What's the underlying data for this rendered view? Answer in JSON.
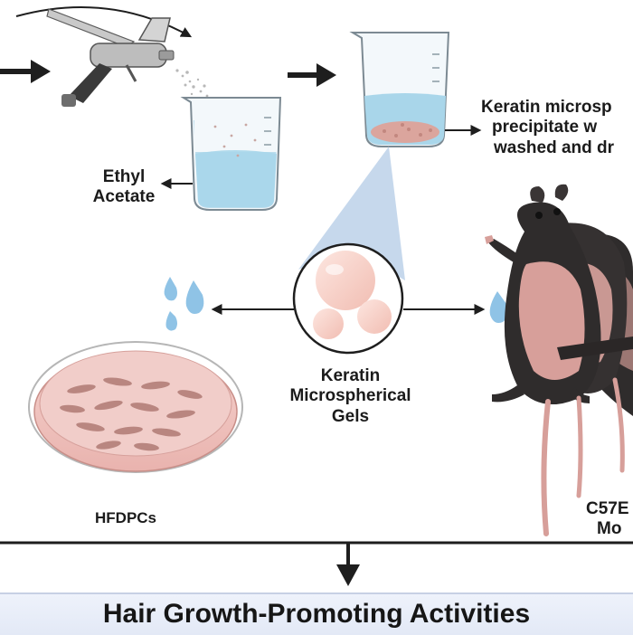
{
  "labels": {
    "ethyl_acetate": [
      "Ethyl",
      "Acetate"
    ],
    "keratin_precipitate": [
      "Keratin microsp",
      "precipitate w",
      "washed and dr"
    ],
    "keratin_gels": [
      "Keratin",
      "Microspherical",
      "Gels"
    ],
    "hfdpcs": "HFDPCs",
    "mice": [
      "C57E",
      "Mo"
    ]
  },
  "banner": {
    "title": "Hair Growth-Promoting Activities"
  },
  "colors": {
    "arrow": "#1e1e1e",
    "solution": "#a9d6ea",
    "droplet": "#8fc3e6",
    "gel": "#f6cfc6",
    "dish": "#f2c8c4",
    "mouse": "#2f2c2c",
    "mouse_skin": "#d79f9a",
    "banner_bg": "#e8edf8"
  },
  "icons": [
    "airbrush-sprayer-icon",
    "beaker-icon",
    "water-droplets-icon",
    "petri-dish-icon",
    "mouse-icon"
  ]
}
